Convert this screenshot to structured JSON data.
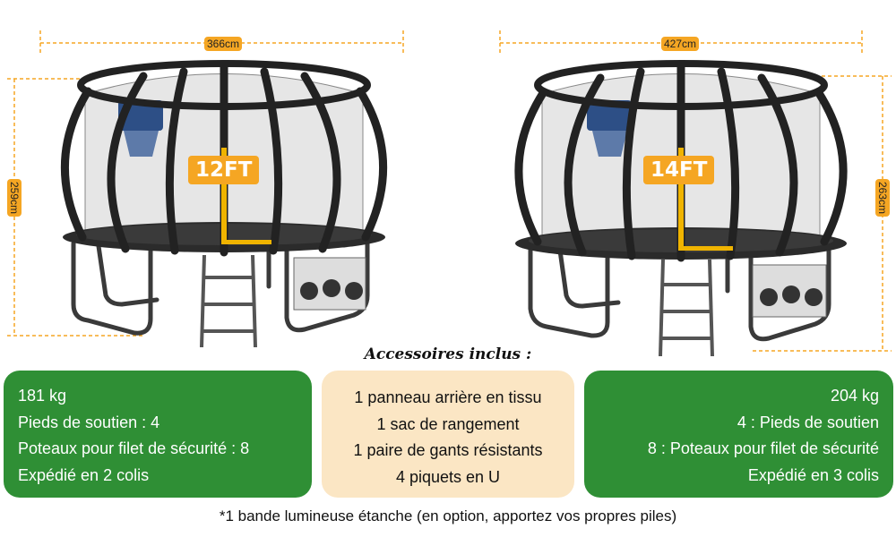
{
  "left_product": {
    "width_label": "366cm",
    "height_label": "259cm",
    "size_label": "12FT"
  },
  "right_product": {
    "width_label": "427cm",
    "height_label": "263cm",
    "size_label": "14FT"
  },
  "accessories": {
    "title": "Accessoires inclus :",
    "items": [
      "1 panneau arrière en tissu",
      "1 sac de rangement",
      "1 paire de gants résistants",
      "4 piquets en U"
    ]
  },
  "left_specs": [
    "181 kg",
    "Pieds de soutien : 4",
    "Poteaux pour filet de sécurité : 8",
    "Expédié en 2 colis"
  ],
  "right_specs": [
    "204 kg",
    "4 : Pieds de soutien",
    "8 : Poteaux pour filet de sécurité",
    "Expédié en 3 colis"
  ],
  "footnote": "*1 bande lumineuse étanche (en option,  apportez vos propres piles)",
  "colors": {
    "green": "#2f8f35",
    "orange": "#f5a623",
    "cream": "#fbe6c4"
  }
}
